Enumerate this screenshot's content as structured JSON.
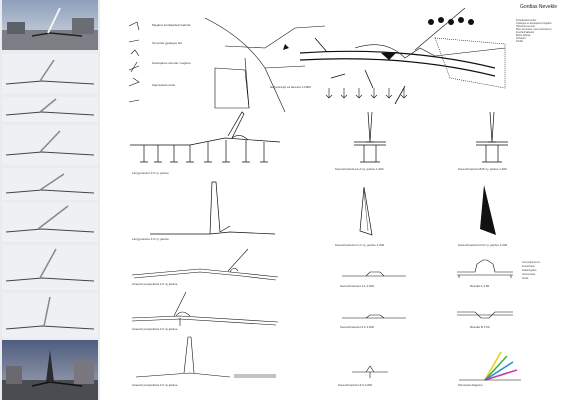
{
  "sheet": {
    "title": "Gordias Nevekle"
  },
  "legend": [
    "Kozlekedesi terulet",
    "Gyalogos es kerekparos forgalom",
    "Hidszerkezet acel",
    "Pilon szerkezet, acel csoszelveny",
    "Feszitett kabelek",
    "Beton pillerek",
    "Vizfelulet",
    "Partfal"
  ],
  "labels": {
    "site_plan": "Helyszinrajz es atnezet  1:2000",
    "elevation_top": "Langynetszet 1:0 ny. jelolve",
    "elevation_mid": "Langynetszet 1:0 ny. jelolve",
    "persp1": "Atnezeti perspektiva 1:0 ny jelolve",
    "persp2": "Atnezeti perspektiva 1:0 ny jelolve",
    "persp3": "Atnezeti perspektiva 1:0 ny jelolve",
    "pylon_a": "Keresztmetszet A-A ny. jelolve 1:200",
    "pylon_b": "Keresztmetszet B-B ny. jelolve 1:200",
    "pylon_c": "Keresztmetszet C-C ny. jelolve 1:200",
    "pylon_d": "Keresztmetszet D-D ny. jelolve 1:200",
    "section_1": "Keresztmetszet 1:1 1:200",
    "section_2": "Keresztmetszet 2:2 1:200",
    "section_3": "Keresztmetszet 3:3 1:200",
    "detail_a": "Reszlet A  1:50",
    "detail_b": "Reszlet B  1:50",
    "color_diagram": "Szinezesi diagram"
  },
  "detail_notes": [
    "Acel palya lemez",
    "Kereszttarto",
    "Kabelrogzites",
    "Vizelvezetes",
    "Korlat"
  ],
  "small_legend": [
    "Meglevo kozlekedesi halozat",
    "Tervezett gyalogos hid",
    "Kerekparos utvonal, meglevo",
    "Kapcsolodo terek"
  ],
  "colors": {
    "line": "#111111",
    "sky_top": "#9fb0c8",
    "sky_bottom": "#dfe4ea",
    "night_sky": "#5a6a8c",
    "diagram": [
      "#e8d020",
      "#3fb04a",
      "#2a8fd8",
      "#c23fa0"
    ]
  }
}
